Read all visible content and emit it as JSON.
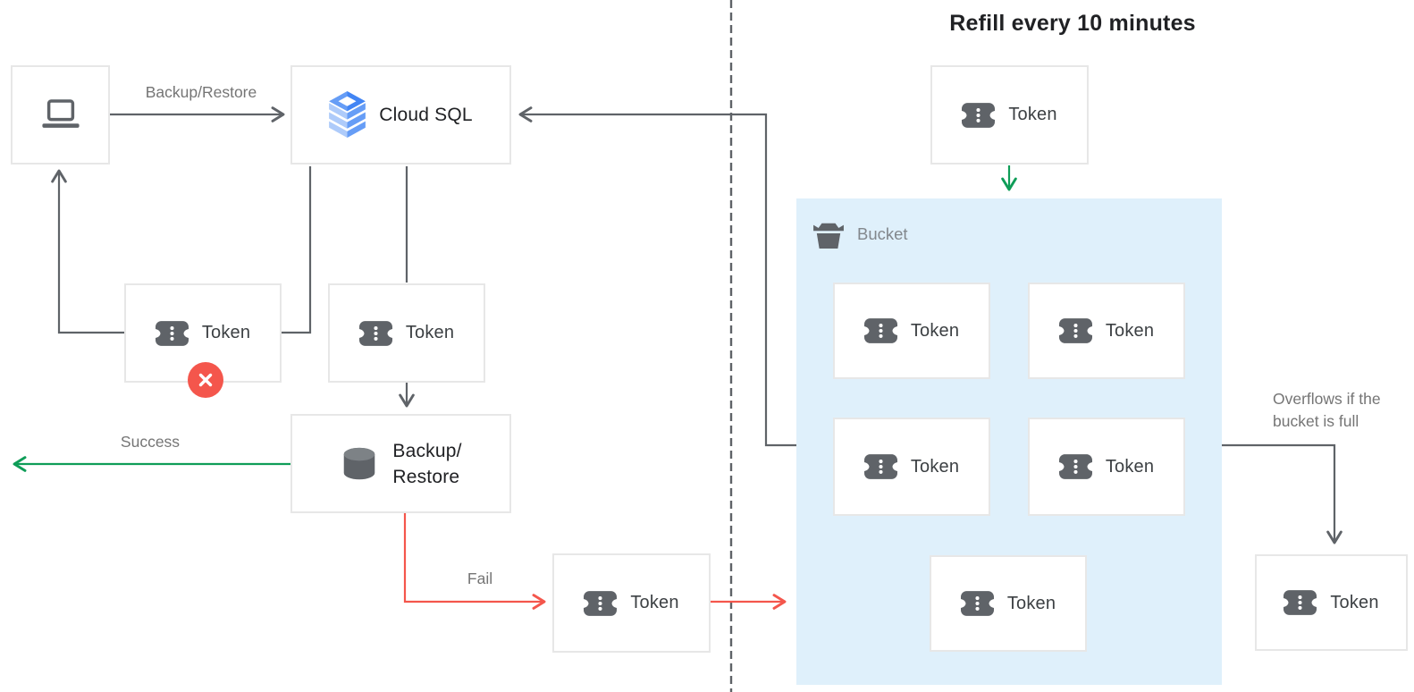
{
  "diagram": {
    "title": "Refill every 10 minutes",
    "nodes": {
      "client": {
        "icon": "laptop-icon"
      },
      "cloud_sql": {
        "label": "Cloud SQL",
        "icon": "cloud-sql-icon"
      },
      "backup_restore": {
        "label_line1": "Backup/",
        "label_line2": "Restore",
        "icon": "database-icon"
      }
    },
    "bucket": {
      "label": "Bucket",
      "icon": "bucket-icon"
    },
    "tokens": [
      {
        "id": "rejected-token",
        "label": "Token",
        "badge": "error-x-icon"
      },
      {
        "id": "inflight-token",
        "label": "Token"
      },
      {
        "id": "failed-token",
        "label": "Token"
      },
      {
        "id": "refill-token",
        "label": "Token"
      },
      {
        "id": "bucket-token-1",
        "label": "Token"
      },
      {
        "id": "bucket-token-2",
        "label": "Token"
      },
      {
        "id": "bucket-token-3",
        "label": "Token"
      },
      {
        "id": "bucket-token-4",
        "label": "Token"
      },
      {
        "id": "bucket-token-5",
        "label": "Token"
      },
      {
        "id": "overflow-token",
        "label": "Token"
      }
    ],
    "edge_labels": {
      "backup_restore": "Backup/Restore",
      "success": "Success",
      "fail": "Fail",
      "overflow": "Overflows if the bucket is full"
    },
    "colors": {
      "line_dark": "#5f6368",
      "success_green": "#0f9d58",
      "fail_red": "#f4564c",
      "bucket_fill": "#dff0fb",
      "box_border": "#e7e7e7",
      "label_gray": "#757575",
      "text_dark": "#202124",
      "icon_gray": "#5f6368",
      "bucket_label_gray": "#82878c",
      "sql_top": "#4285f4",
      "sql_left": "#aecbfa",
      "sql_right": "#669df6"
    }
  }
}
